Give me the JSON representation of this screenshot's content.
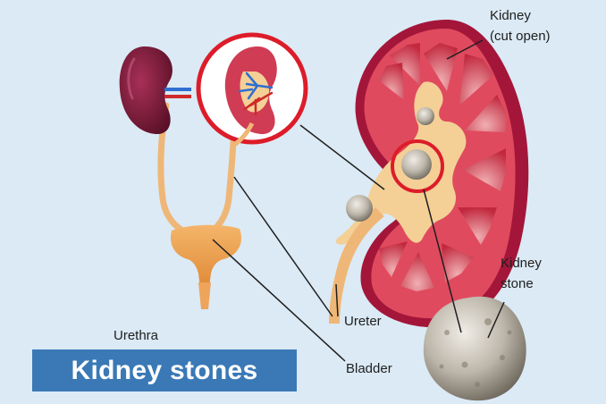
{
  "title": "Kidney stones",
  "labels": {
    "kidney_cut_open_line1": "Kidney",
    "kidney_cut_open_line2": "(cut open)",
    "kidney_stone_line1": "Kidney",
    "kidney_stone_line2": "stone",
    "ureter": "Ureter",
    "urethra": "Urethra",
    "bladder": "Bladder"
  },
  "colors": {
    "background": "#dbeaf5",
    "title_bar": "#3a79b6",
    "title_text": "#ffffff",
    "kidney_outer": "#a3163a",
    "kidney_cortex": "#e04a5e",
    "renal_pelvis": "#f4d096",
    "ureter": "#efb777",
    "bladder": "#f0a050",
    "highlight_circle": "#dd1c2a",
    "stone": "#bdb6aa",
    "vein": "#2f6fd0",
    "artery": "#d02a2a"
  }
}
